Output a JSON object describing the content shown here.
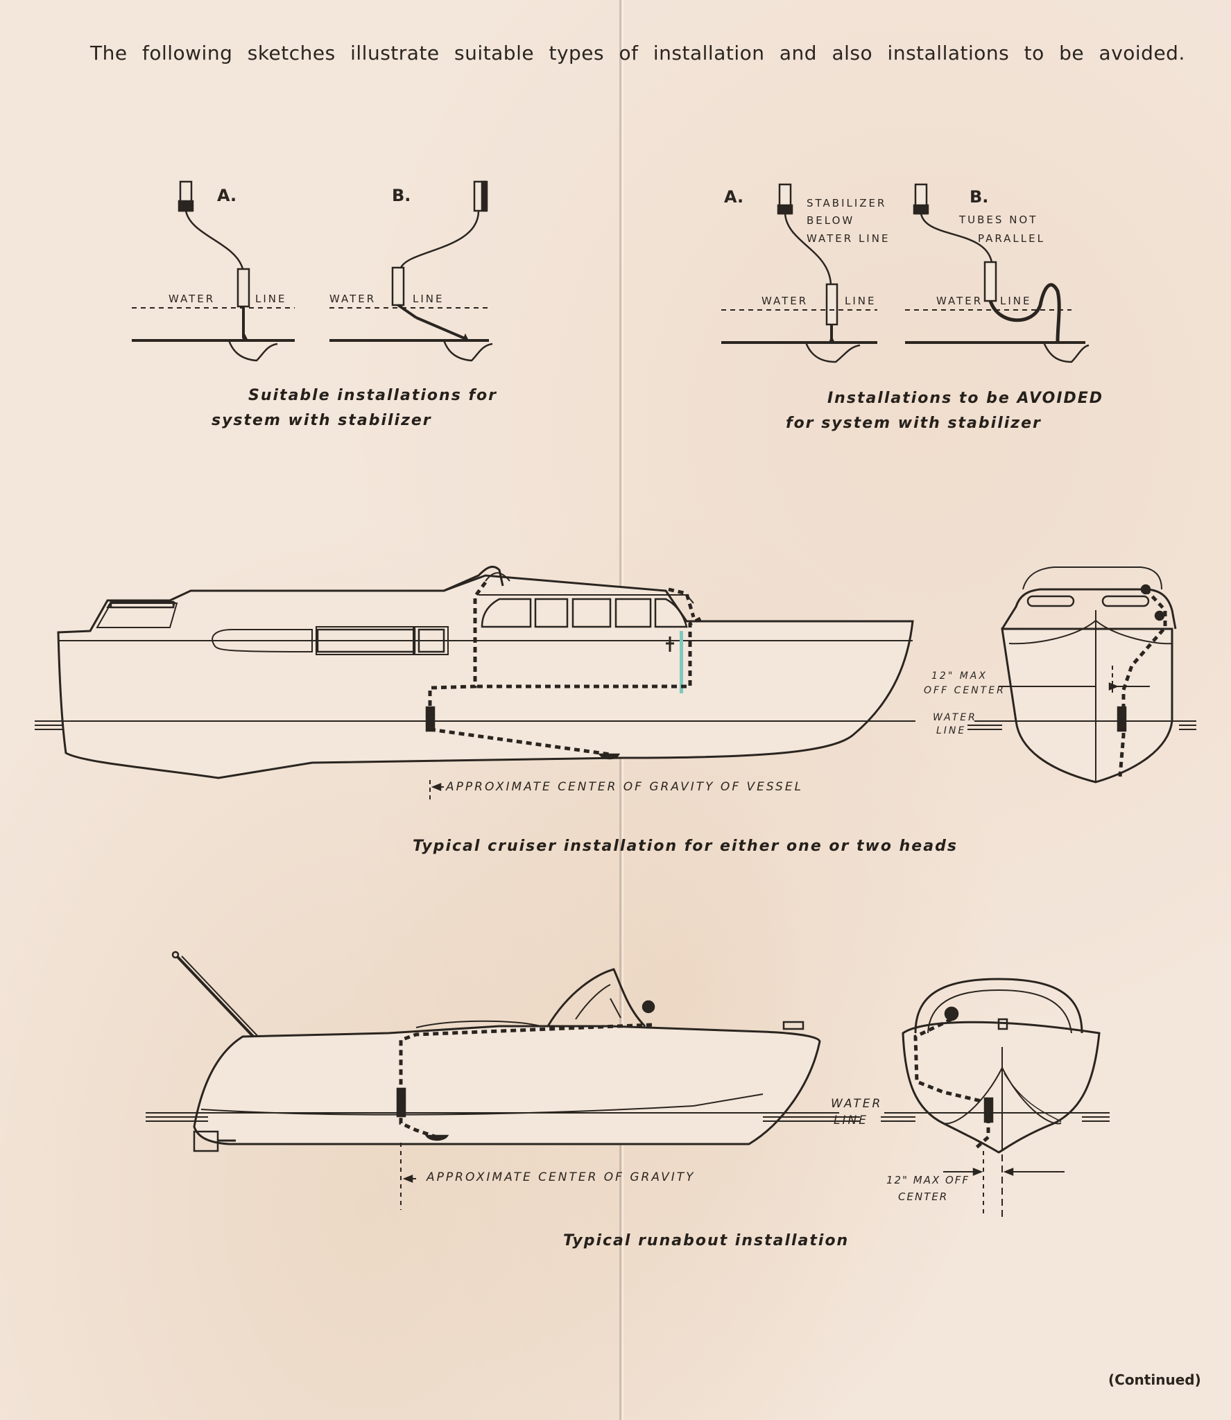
{
  "intro": "The following sketches illustrate suitable types of installation and also installations to be avoided.",
  "suitable": {
    "label_a": "A.",
    "label_b": "B.",
    "water": "WATER",
    "line": "LINE",
    "caption_line1": "Suitable installations for",
    "caption_line2": "system with stabilizer"
  },
  "avoided": {
    "label_a": "A.",
    "label_b": "B.",
    "note_a_1": "STABILIZER",
    "note_a_2": "BELOW",
    "note_a_3": "WATER LINE",
    "note_b_1": "TUBES NOT",
    "note_b_2": "PARALLEL",
    "water": "WATER",
    "line": "LINE",
    "caption_line1": "Installations to be AVOIDED",
    "caption_line2": "for system with stabilizer"
  },
  "cruiser": {
    "cg_label": "APPROXIMATE CENTER OF GRAVITY OF VESSEL",
    "max_off_1": "12\" MAX",
    "max_off_2": "OFF CENTER",
    "water": "WATER",
    "line": "LINE",
    "caption": "Typical cruiser installation for either one or two heads"
  },
  "runabout": {
    "cg_label": "APPROXIMATE CENTER OF GRAVITY",
    "water": "WATER",
    "line": "LINE",
    "max_off_1": "12\" MAX OFF",
    "max_off_2": "CENTER",
    "caption": "Typical runabout installation"
  },
  "footer": "(Continued)"
}
